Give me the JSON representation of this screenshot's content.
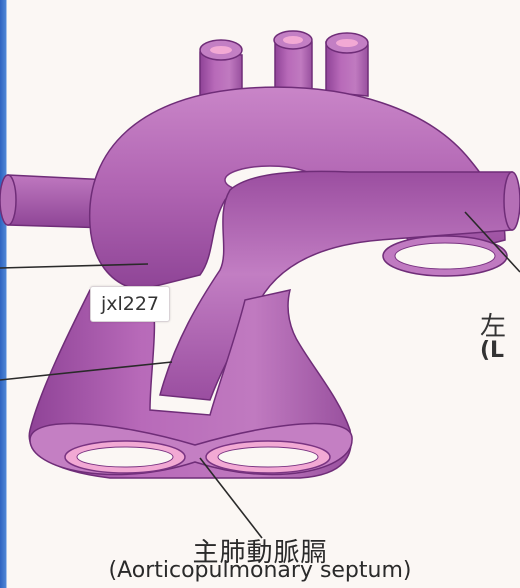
{
  "watermark": "jxl227",
  "labels": {
    "right_cn": "左",
    "right_en": "(L",
    "septum_cn": "主肺動脈膈",
    "septum_en": "(Aorticopulmonary septum)"
  },
  "colors": {
    "vessel": "#b464b4",
    "vessel_dark": "#8a3f92",
    "vessel_light": "#d79ad6",
    "lumen": "#f2a9d4",
    "paper": "#fbf7f4",
    "frame": "#3a6fc4"
  }
}
